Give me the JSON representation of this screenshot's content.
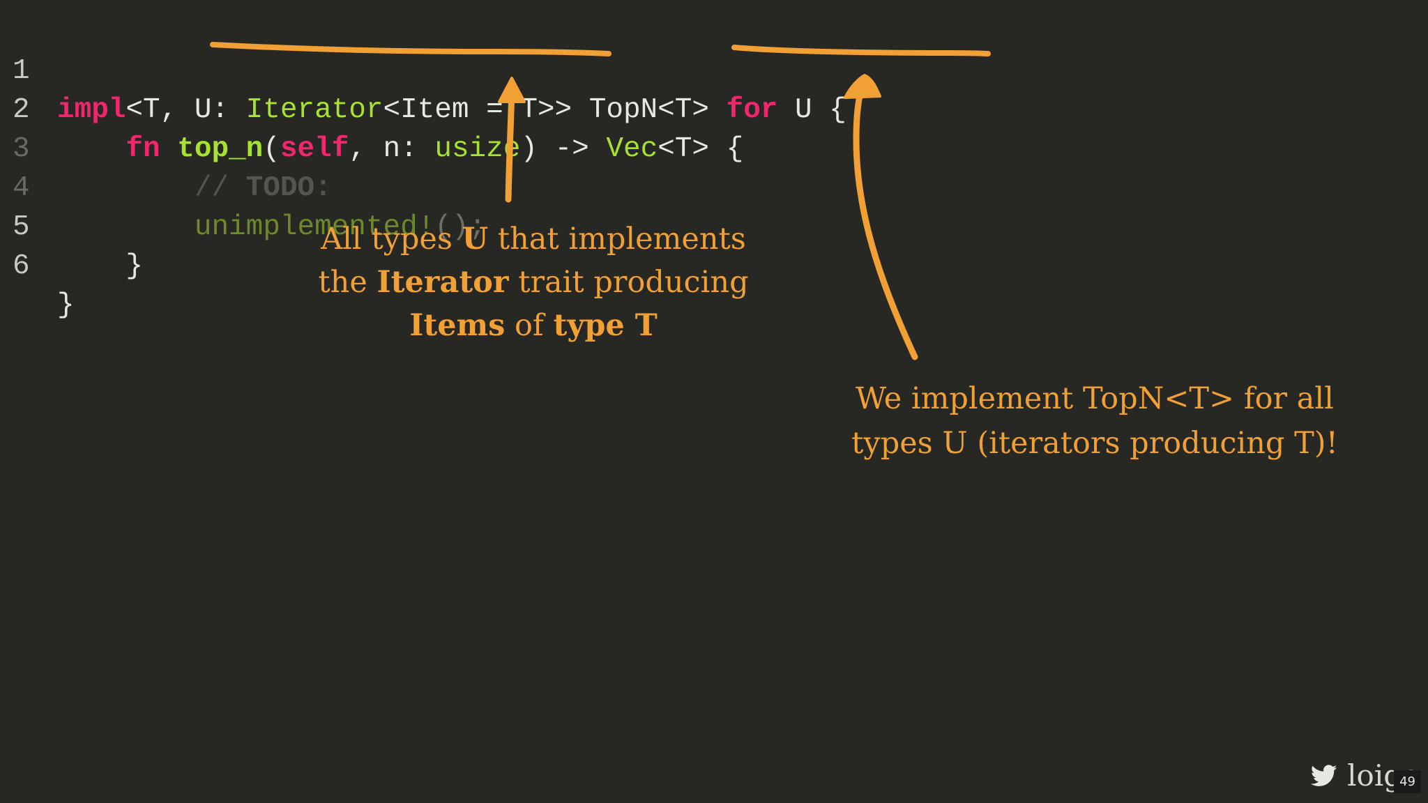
{
  "code": {
    "line_numbers": [
      "1",
      "2",
      "3",
      "4",
      "5",
      "6"
    ],
    "line1": {
      "impl": "impl",
      "generics_open": "<T, ",
      "u_bound": "U: ",
      "iterator": "Iterator",
      "item": "<Item = T>> ",
      "topn": "TopN<T> ",
      "for_kw": "for",
      "rest": " U {"
    },
    "line2": {
      "indent": "    ",
      "fn_kw": "fn",
      "space": " ",
      "fn_name": "top_n",
      "paren_open": "(",
      "self_kw": "self",
      "param": ", n: ",
      "usize": "usize",
      "arrow": ") -> ",
      "vec": "Vec",
      "ret_rest": "<T> {"
    },
    "line3": {
      "indent": "        ",
      "comment_slashes": "// ",
      "comment_todo": "TODO:"
    },
    "line4": {
      "indent": "        ",
      "macro": "unimplemented!",
      "rest": "();"
    },
    "line5": {
      "text": "    }"
    },
    "line6": {
      "text": "}"
    }
  },
  "annotations": {
    "left_note": {
      "l1_a": "All types ",
      "l1_b": "U",
      "l1_c": " that implements",
      "l2_a": "the ",
      "l2_b": "Iterator",
      "l2_c": " trait producing",
      "l3_a": "Items",
      "l3_b": " of ",
      "l3_c": "type T"
    },
    "right_note": {
      "l1": "We implement TopN<T> for all",
      "l2": "types U (iterators producing T)!"
    },
    "color": "#f0a035"
  },
  "footer": {
    "icon": "twitter-icon",
    "handle": "loige",
    "slide_number": "49"
  },
  "colors": {
    "background": "#272723",
    "keyword": "#f0266f",
    "type": "#a6e22e",
    "text": "#e8e8e2"
  }
}
